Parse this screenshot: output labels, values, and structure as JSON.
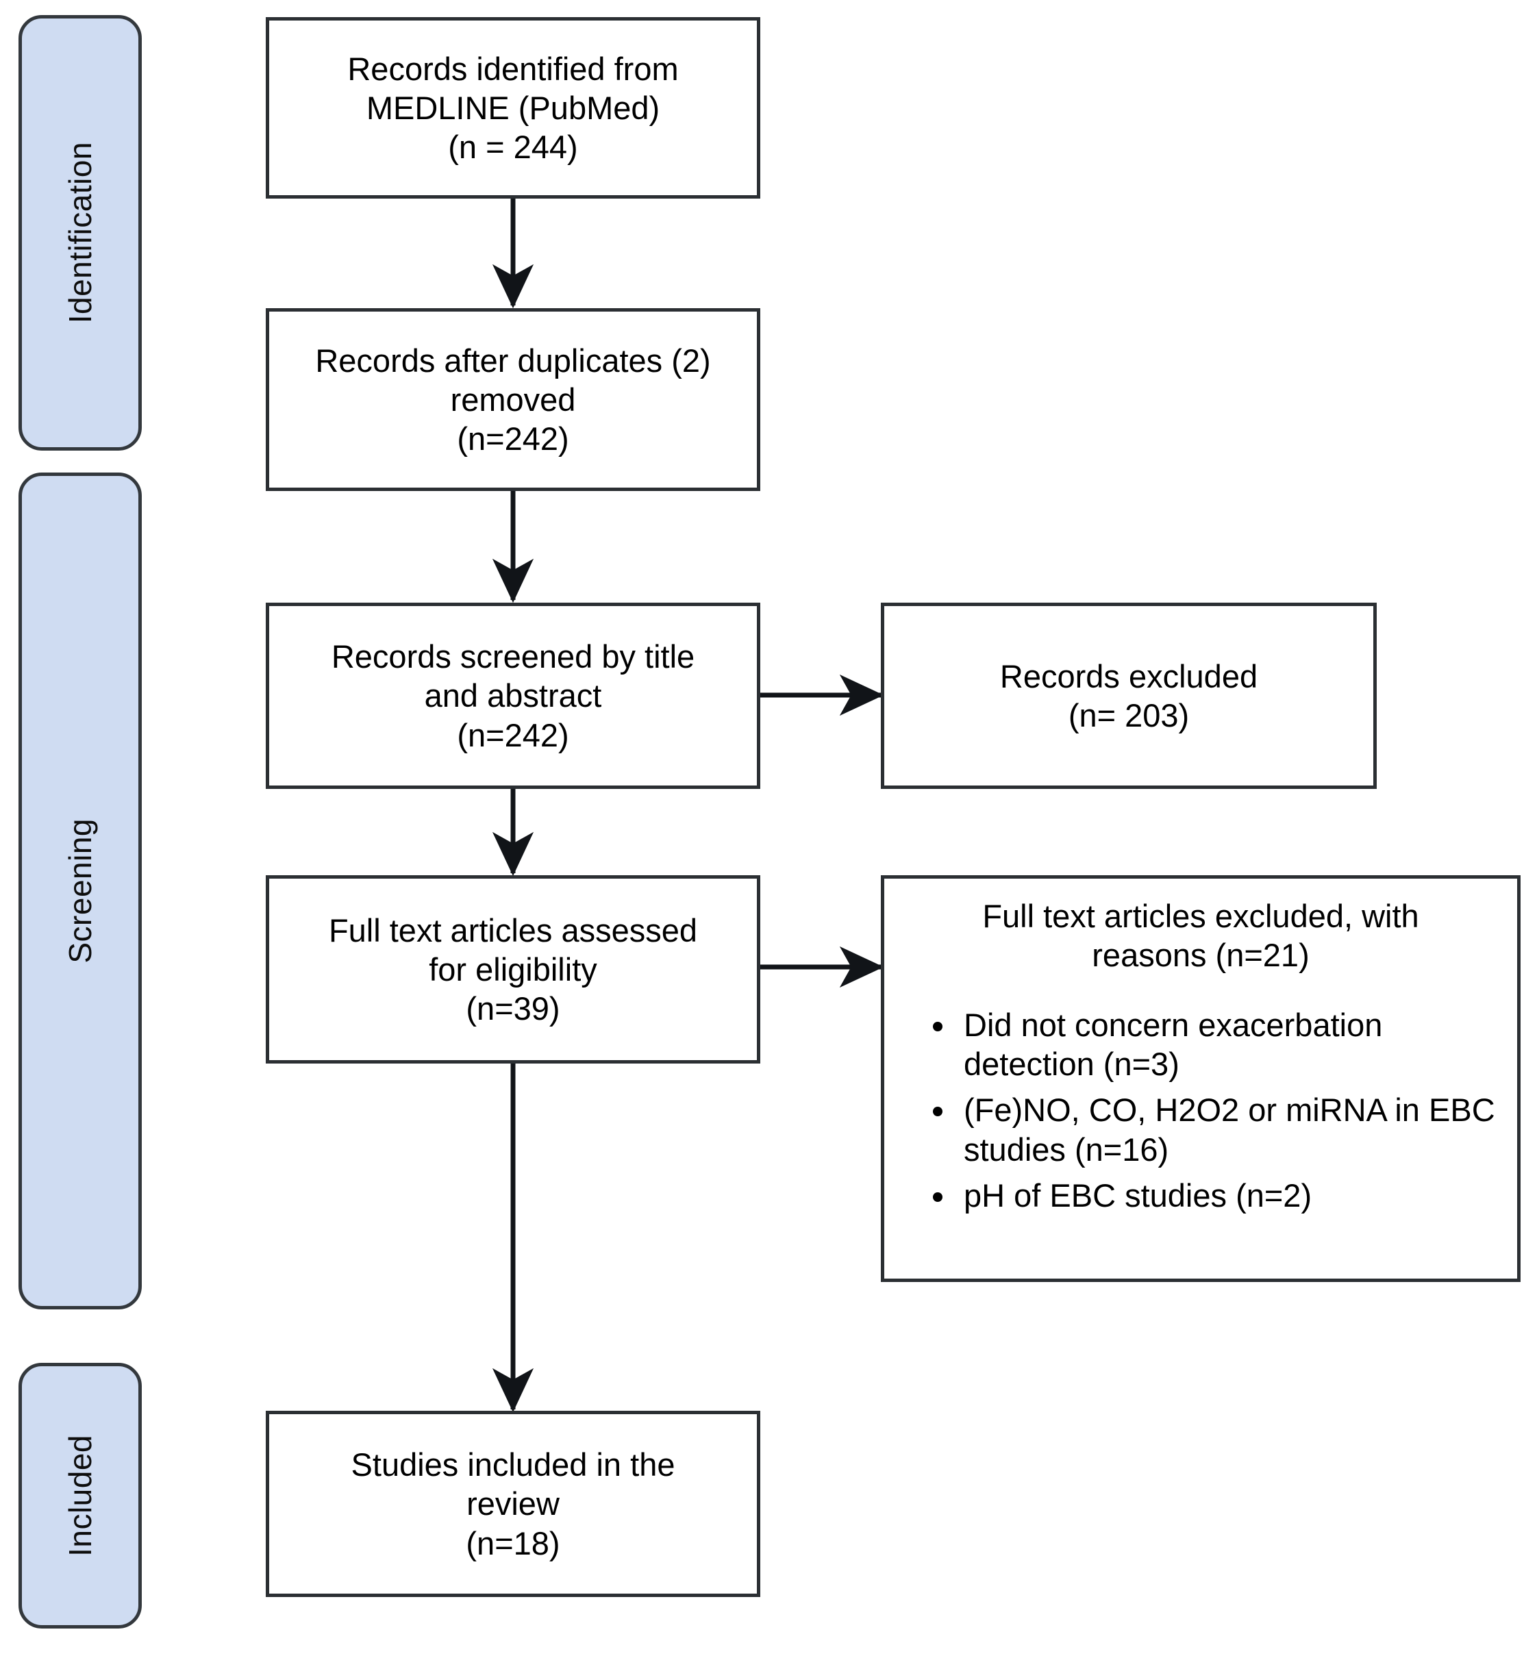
{
  "diagram": {
    "title": "PRISMA study selection flow diagram",
    "accent_fill": "#cfdcf2",
    "stroke_color": "#2b2f33",
    "background": "#ffffff"
  },
  "stages": [
    {
      "id": "identification",
      "label": "Identification"
    },
    {
      "id": "screening",
      "label": "Screening"
    },
    {
      "id": "included",
      "label": "Included"
    }
  ],
  "boxes": {
    "identified": {
      "id": "records-identified",
      "text": "Records identified from\nMEDLINE (PubMed)\n(n = 244)",
      "count": 244
    },
    "deduplicated": {
      "id": "records-after-duplicates",
      "text": "Records after duplicates (2)\nremoved\n(n=242)",
      "count": 242,
      "duplicates_removed": 2
    },
    "screened": {
      "id": "records-screened",
      "text": "Records screened by title\nand abstract\n(n=242)",
      "count": 242
    },
    "records_excluded": {
      "id": "records-excluded",
      "text": "Records excluded\n(n= 203)",
      "count": 203
    },
    "fulltext_assessed": {
      "id": "fulltext-assessed",
      "text": "Full text articles assessed\nfor eligibility\n(n=39)",
      "count": 39
    },
    "fulltext_excluded": {
      "id": "fulltext-excluded",
      "heading": "Full text articles excluded, with\nreasons (n=21)",
      "count": 21,
      "reasons": [
        {
          "label": "Did not concern exacerbation detection (n=3)",
          "count": 3
        },
        {
          "label": "(Fe)NO, CO, H2O2 or miRNA in EBC studies (n=16)",
          "count": 16
        },
        {
          "label": "pH of EBC studies (n=2)",
          "count": 2
        }
      ]
    },
    "included_studies": {
      "id": "studies-included",
      "text": "Studies included in the\nreview\n(n=18)",
      "count": 18
    }
  },
  "chart_data": {
    "type": "diagram",
    "title": "PRISMA flow of study selection",
    "nodes": [
      {
        "id": "identified",
        "stage": "Identification",
        "label": "Records identified from MEDLINE (PubMed)",
        "n": 244
      },
      {
        "id": "deduplicated",
        "stage": "Identification",
        "label": "Records after duplicates (2) removed",
        "n": 242
      },
      {
        "id": "screened",
        "stage": "Screening",
        "label": "Records screened by title and abstract",
        "n": 242
      },
      {
        "id": "records_excluded",
        "stage": "Screening",
        "label": "Records excluded",
        "n": 203
      },
      {
        "id": "fulltext_assessed",
        "stage": "Screening",
        "label": "Full text articles assessed for eligibility",
        "n": 39
      },
      {
        "id": "fulltext_excluded",
        "stage": "Screening",
        "label": "Full text articles excluded, with reasons",
        "n": 21
      },
      {
        "id": "included_studies",
        "stage": "Included",
        "label": "Studies included in the review",
        "n": 18
      }
    ],
    "edges": [
      {
        "from": "identified",
        "to": "deduplicated",
        "direction": "down"
      },
      {
        "from": "deduplicated",
        "to": "screened",
        "direction": "down"
      },
      {
        "from": "screened",
        "to": "records_excluded",
        "direction": "right"
      },
      {
        "from": "screened",
        "to": "fulltext_assessed",
        "direction": "down"
      },
      {
        "from": "fulltext_assessed",
        "to": "fulltext_excluded",
        "direction": "right"
      },
      {
        "from": "fulltext_assessed",
        "to": "included_studies",
        "direction": "down"
      }
    ]
  }
}
